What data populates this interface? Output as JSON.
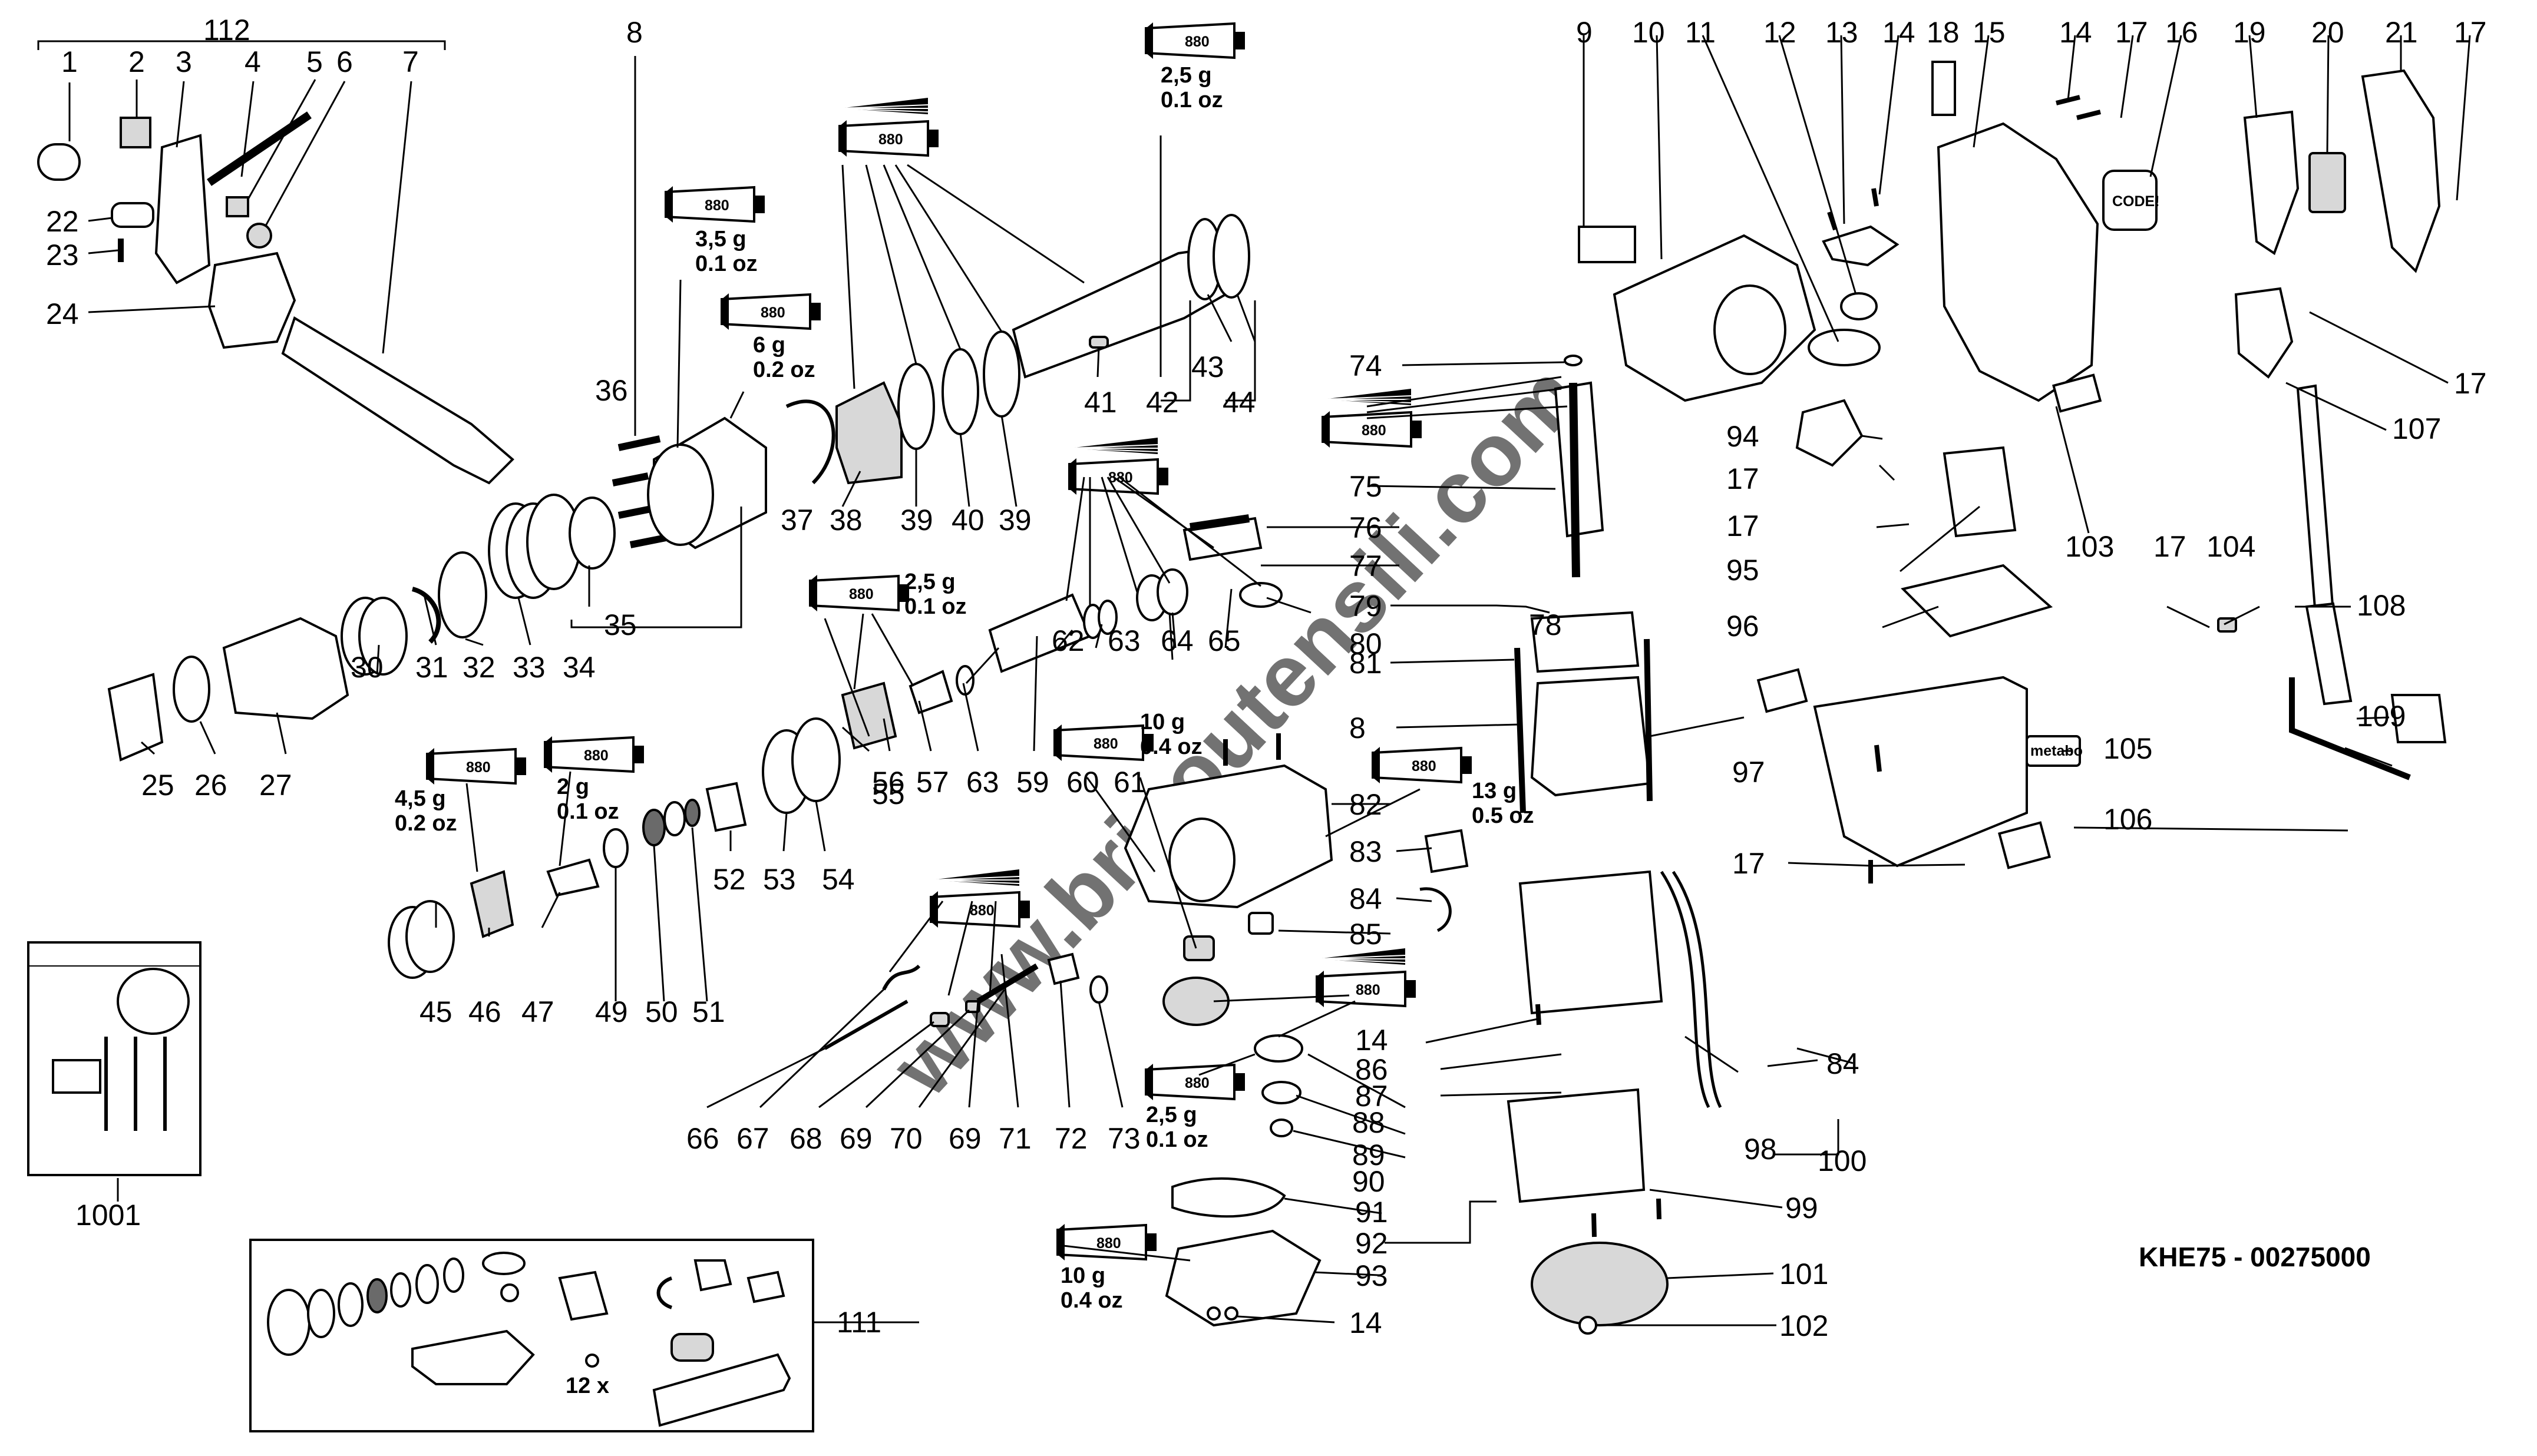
{
  "title": "KHE75 - 00275000",
  "watermark": "www.bricoutensili.com",
  "tube_label": "880",
  "quantities": {
    "q1": "3,5 g",
    "q1b": "0.1 oz",
    "q2": "6 g",
    "q2b": "0.2 oz",
    "q3": "2,5 g",
    "q3b": "0.1 oz",
    "q4": "2,5 g",
    "q4b": "0.1 oz",
    "q5": "4,5 g",
    "q5b": "0.2 oz",
    "q6": "2 g",
    "q6b": "0.1 oz",
    "q7": "10 g",
    "q7b": "0.4 oz",
    "q8": "13 g",
    "q8b": "0.5 oz",
    "q9": "2,5 g",
    "q9b": "0.1 oz",
    "q10": "10 g",
    "q10b": "0.4 oz"
  },
  "kit_quantity": "12 x",
  "brand_tag": "metabo",
  "code_tag": "CODE!",
  "labels": {
    "l112": "112",
    "l1": "1",
    "l2": "2",
    "l3": "3",
    "l4": "4",
    "l5": "5",
    "l6": "6",
    "l7": "7",
    "l22": "22",
    "l23": "23",
    "l24": "24",
    "l8a": "8",
    "l8b": "8",
    "l9": "9",
    "l10": "10",
    "l11": "11",
    "l12": "12",
    "l13": "13",
    "l14a": "14",
    "l14b": "14",
    "l14c": "14",
    "l14d": "14",
    "l15": "15",
    "l16": "16",
    "l17a": "17",
    "l17b": "17",
    "l17c": "17",
    "l17d": "17",
    "l17e": "17",
    "l17f": "17",
    "l17g": "17",
    "l18": "18",
    "l19": "19",
    "l20": "20",
    "l21": "21",
    "l25": "25",
    "l26": "26",
    "l27": "27",
    "l30": "30",
    "l31": "31",
    "l32": "32",
    "l33": "33",
    "l34": "34",
    "l35": "35",
    "l36": "36",
    "l37": "37",
    "l38": "38",
    "l39a": "39",
    "l39b": "39",
    "l40": "40",
    "l41": "41",
    "l42": "42",
    "l43": "43",
    "l44": "44",
    "l45": "45",
    "l46": "46",
    "l47": "47",
    "l49": "49",
    "l50": "50",
    "l51": "51",
    "l52": "52",
    "l53": "53",
    "l54": "54",
    "l55": "55",
    "l56": "56",
    "l57": "57",
    "l59": "59",
    "l60": "60",
    "l61": "61",
    "l62": "62",
    "l63a": "63",
    "l63b": "63",
    "l64": "64",
    "l65": "65",
    "l66": "66",
    "l67": "67",
    "l68": "68",
    "l69a": "69",
    "l69b": "69",
    "l70": "70",
    "l71": "71",
    "l72": "72",
    "l73": "73",
    "l74": "74",
    "l75": "75",
    "l76": "76",
    "l77": "77",
    "l78": "78",
    "l79": "79",
    "l80": "80",
    "l81": "81",
    "l82": "82",
    "l83": "83",
    "l84a": "84",
    "l84b": "84",
    "l85": "85",
    "l86": "86",
    "l87": "87",
    "l88": "88",
    "l89": "89",
    "l90": "90",
    "l91": "91",
    "l92": "92",
    "l93": "93",
    "l94": "94",
    "l95": "95",
    "l96": "96",
    "l97": "97",
    "l98": "98",
    "l99": "99",
    "l100": "100",
    "l101": "101",
    "l102": "102",
    "l103": "103",
    "l104": "104",
    "l105": "105",
    "l106": "106",
    "l107": "107",
    "l108": "108",
    "l109": "109",
    "l111": "111",
    "l1001": "1001"
  }
}
